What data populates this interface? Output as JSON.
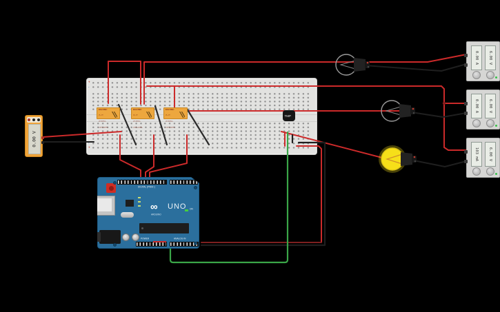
{
  "colors": {
    "background": "#000000",
    "breadboard": "#e2e2e0",
    "relay_orange": "#eda73e",
    "arduino_blue": "#2b6f9d",
    "multimeter_orange": "#f0a43a",
    "bulb_lit_yellow": "#f6df19",
    "wire_red": "#cc2a2a",
    "wire_dark_red": "#7d1f1f",
    "wire_black": "#1f1f1f",
    "wire_green": "#3aa648"
  },
  "breadboard": {
    "plus": "+",
    "minus": "-"
  },
  "multimeter": {
    "display": "0.00 V"
  },
  "relays": [
    {
      "name": "EC2-5NU",
      "specs": [
        "DC 5V",
        "2A 30VDC",
        "0.5A 125VAC"
      ]
    },
    {
      "name": "EC2-5NU",
      "specs": [
        "DC 5V",
        "2A 30VDC",
        "0.5A 125VAC"
      ]
    },
    {
      "name": "EC2-5NU",
      "specs": [
        "DC 5V",
        "2A 30VDC",
        "0.5A 125VAC"
      ]
    }
  ],
  "tmp_sensor": {
    "label": "TMP"
  },
  "arduino": {
    "logo": "∞",
    "name": "UNO",
    "brand": "ARDUINO",
    "digital_label": "DIGITAL (PWM~)",
    "power_label": "POWER",
    "analog_label": "ANALOG IN",
    "on_label": "ON"
  },
  "power_supplies": [
    {
      "current": "0.00 A",
      "voltage": "6.00 V"
    },
    {
      "current": "0.00 A",
      "voltage": "6.00 V"
    },
    {
      "current": "103 mA",
      "voltage": "6.00 V"
    }
  ]
}
